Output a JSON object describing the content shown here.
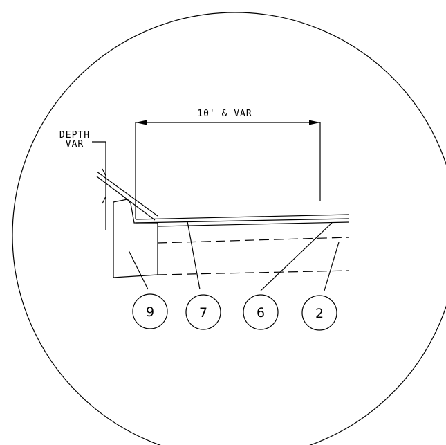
{
  "dimensions": {
    "width_label": "10' & VAR",
    "depth_label_line1": "DEPTH",
    "depth_label_line2": "VAR"
  },
  "callouts": [
    {
      "label": "9"
    },
    {
      "label": "7"
    },
    {
      "label": "6"
    },
    {
      "label": "2"
    }
  ],
  "colors": {
    "line": "#000000",
    "background": "#ffffff"
  }
}
